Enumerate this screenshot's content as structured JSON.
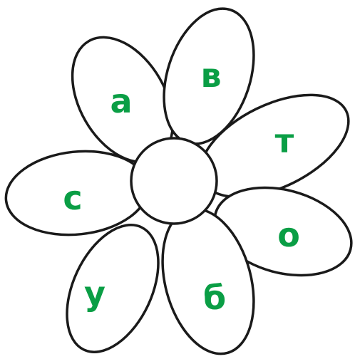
{
  "letter_color": "#0a9e45",
  "petals": [
    {
      "id": "top-left",
      "letter": "а"
    },
    {
      "id": "top",
      "letter": "в"
    },
    {
      "id": "right-upper",
      "letter": "т"
    },
    {
      "id": "right-lower",
      "letter": "о"
    },
    {
      "id": "bottom",
      "letter": "б"
    },
    {
      "id": "bottom-left",
      "letter": "у"
    },
    {
      "id": "left",
      "letter": "с"
    }
  ]
}
